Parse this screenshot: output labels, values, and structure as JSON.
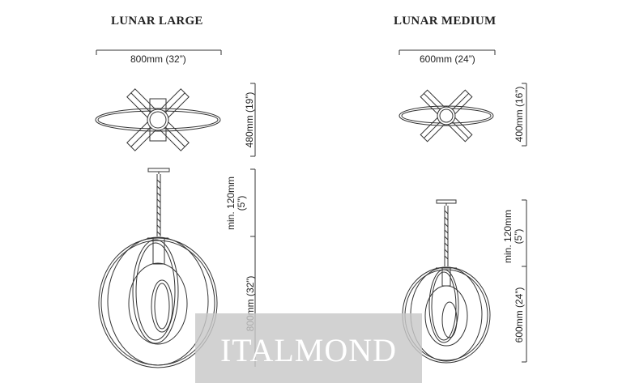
{
  "large": {
    "title": "LUNAR LARGE",
    "width_label": "800mm (32”)",
    "top_height_label": "480mm (19”)",
    "drop_label_line1": "min. 120mm",
    "drop_label_line2": "(5”)",
    "body_height_label": "800mm (32”)"
  },
  "medium": {
    "title": "LUNAR MEDIUM",
    "width_label": "600mm (24”)",
    "top_height_label": "400mm (16”)",
    "drop_label_line1": "min. 120mm",
    "drop_label_line2": "(5”)",
    "body_height_label": "600mm (24”)"
  },
  "watermark": {
    "text": "ITALMOND"
  },
  "colors": {
    "line": "#333333",
    "watermark_bg": "#c8c8c8"
  }
}
